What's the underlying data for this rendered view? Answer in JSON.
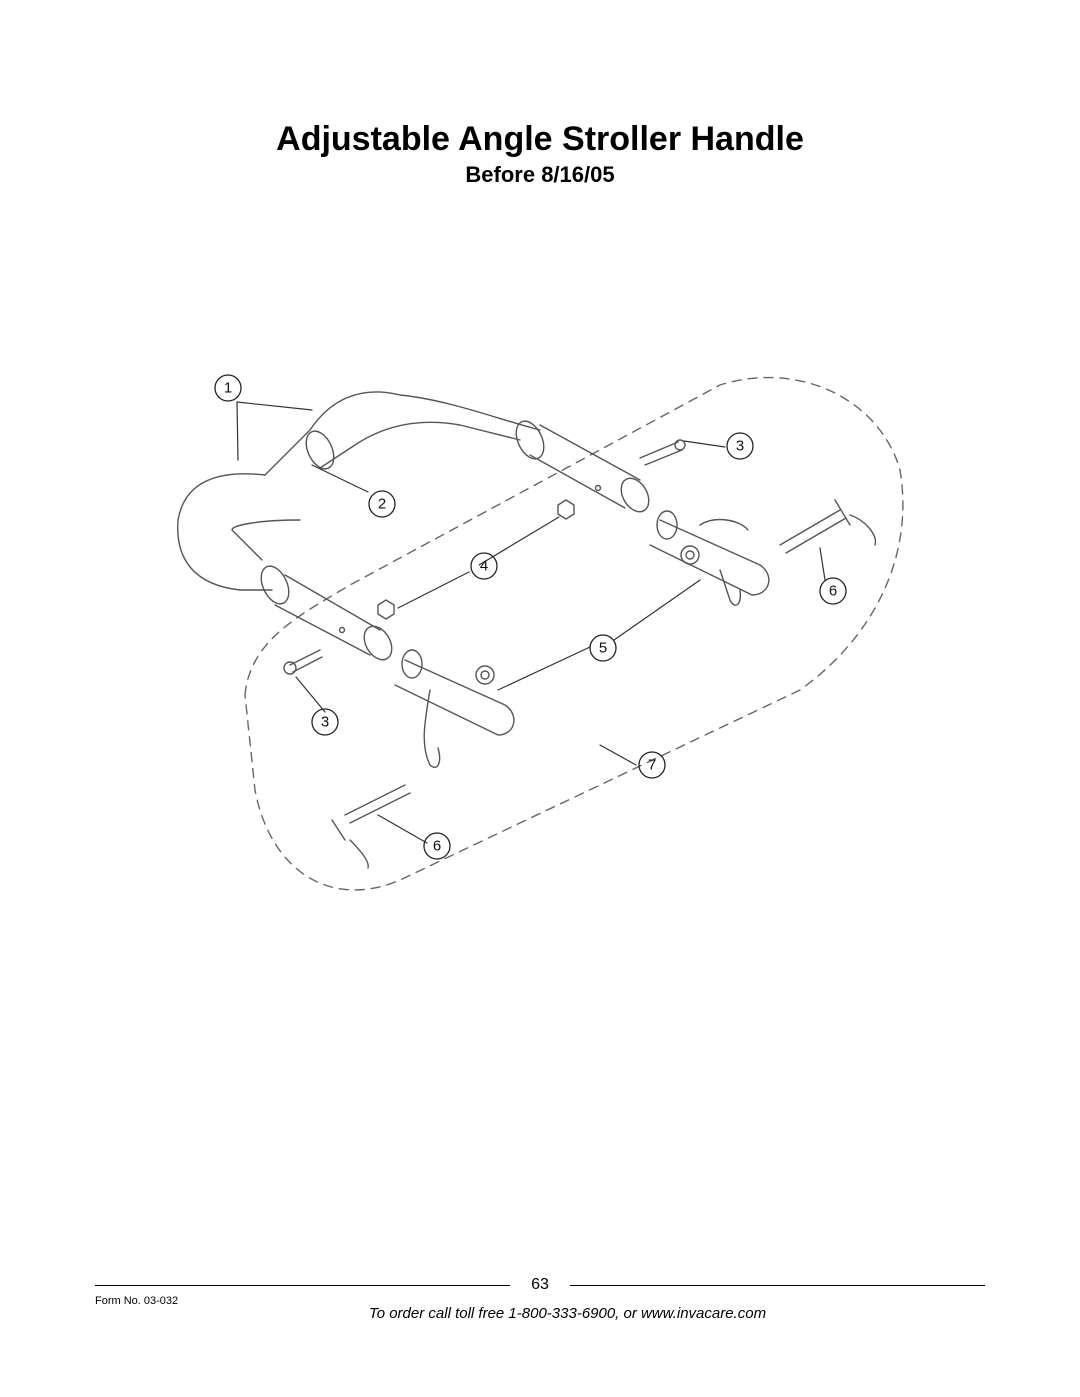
{
  "header": {
    "title": "Adjustable Angle Stroller Handle",
    "subtitle": "Before 8/16/05"
  },
  "diagram": {
    "callouts": [
      {
        "id": "c1",
        "label": "1"
      },
      {
        "id": "c2",
        "label": "2"
      },
      {
        "id": "c3a",
        "label": "3"
      },
      {
        "id": "c3b",
        "label": "3"
      },
      {
        "id": "c4",
        "label": "4"
      },
      {
        "id": "c5",
        "label": "5"
      },
      {
        "id": "c6a",
        "label": "6"
      },
      {
        "id": "c6b",
        "label": "6"
      },
      {
        "id": "c7",
        "label": "7"
      }
    ]
  },
  "footer": {
    "page_number": "63",
    "form_number": "Form No.  03-032",
    "order_text": "To order call toll free 1-800-333-6900, or www.invacare.com"
  }
}
